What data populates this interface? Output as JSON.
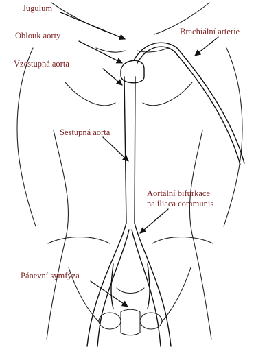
{
  "colors": {
    "label": "#7a1f1f",
    "outline": "#222222",
    "background": "#ffffff"
  },
  "labels": {
    "jugulum": "Jugulum",
    "aortic_arch": "Oblouk aorty",
    "ascending_aorta": "Vzestupná aorta",
    "brachial_artery": "Brachiální arterie",
    "descending_aorta": "Sestupná aorta",
    "aortic_bifurcation_line1": "Aortální bifurkace",
    "aortic_bifurcation_line2": "na iliaca communis",
    "pubic_symphysis": "Pánevní symfýza"
  }
}
